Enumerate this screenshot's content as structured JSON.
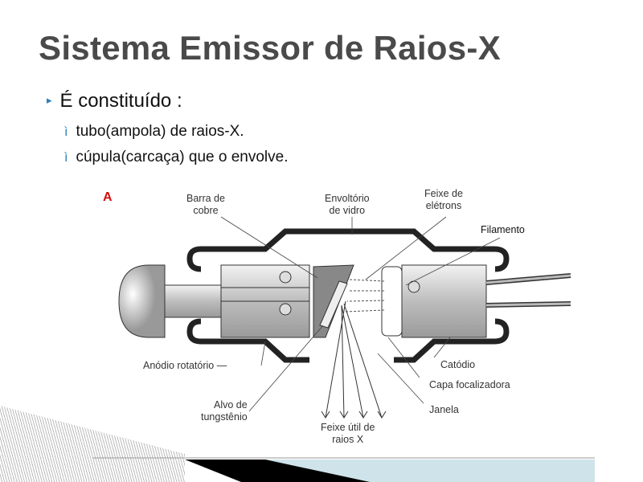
{
  "slide": {
    "title": "Sistema Emissor de Raios-X",
    "bullet": "É constituído :",
    "sub_bullets": [
      "tubo(ampola) de raios-X.",
      "cúpula(carcaça) que o envolve."
    ],
    "bullet_marker": "▸",
    "sub_marker": "ì",
    "accent_color": "#2a7fb5"
  },
  "diagram": {
    "figure_letter": "A",
    "labels": {
      "barra": "Barra de\ncobre",
      "envoltorio": "Envoltório\nde vidro",
      "feixe_eletrons": "Feixe de\nelétrons",
      "filamento": "Filamento",
      "anodio": "Anódio rotatório —",
      "catodio": "Catódio",
      "capa": "Capa focalizadora",
      "janela": "Janela",
      "alvo": "Alvo de\ntungstênio",
      "feixe_util": "Feixe útil de\nraios X"
    }
  }
}
